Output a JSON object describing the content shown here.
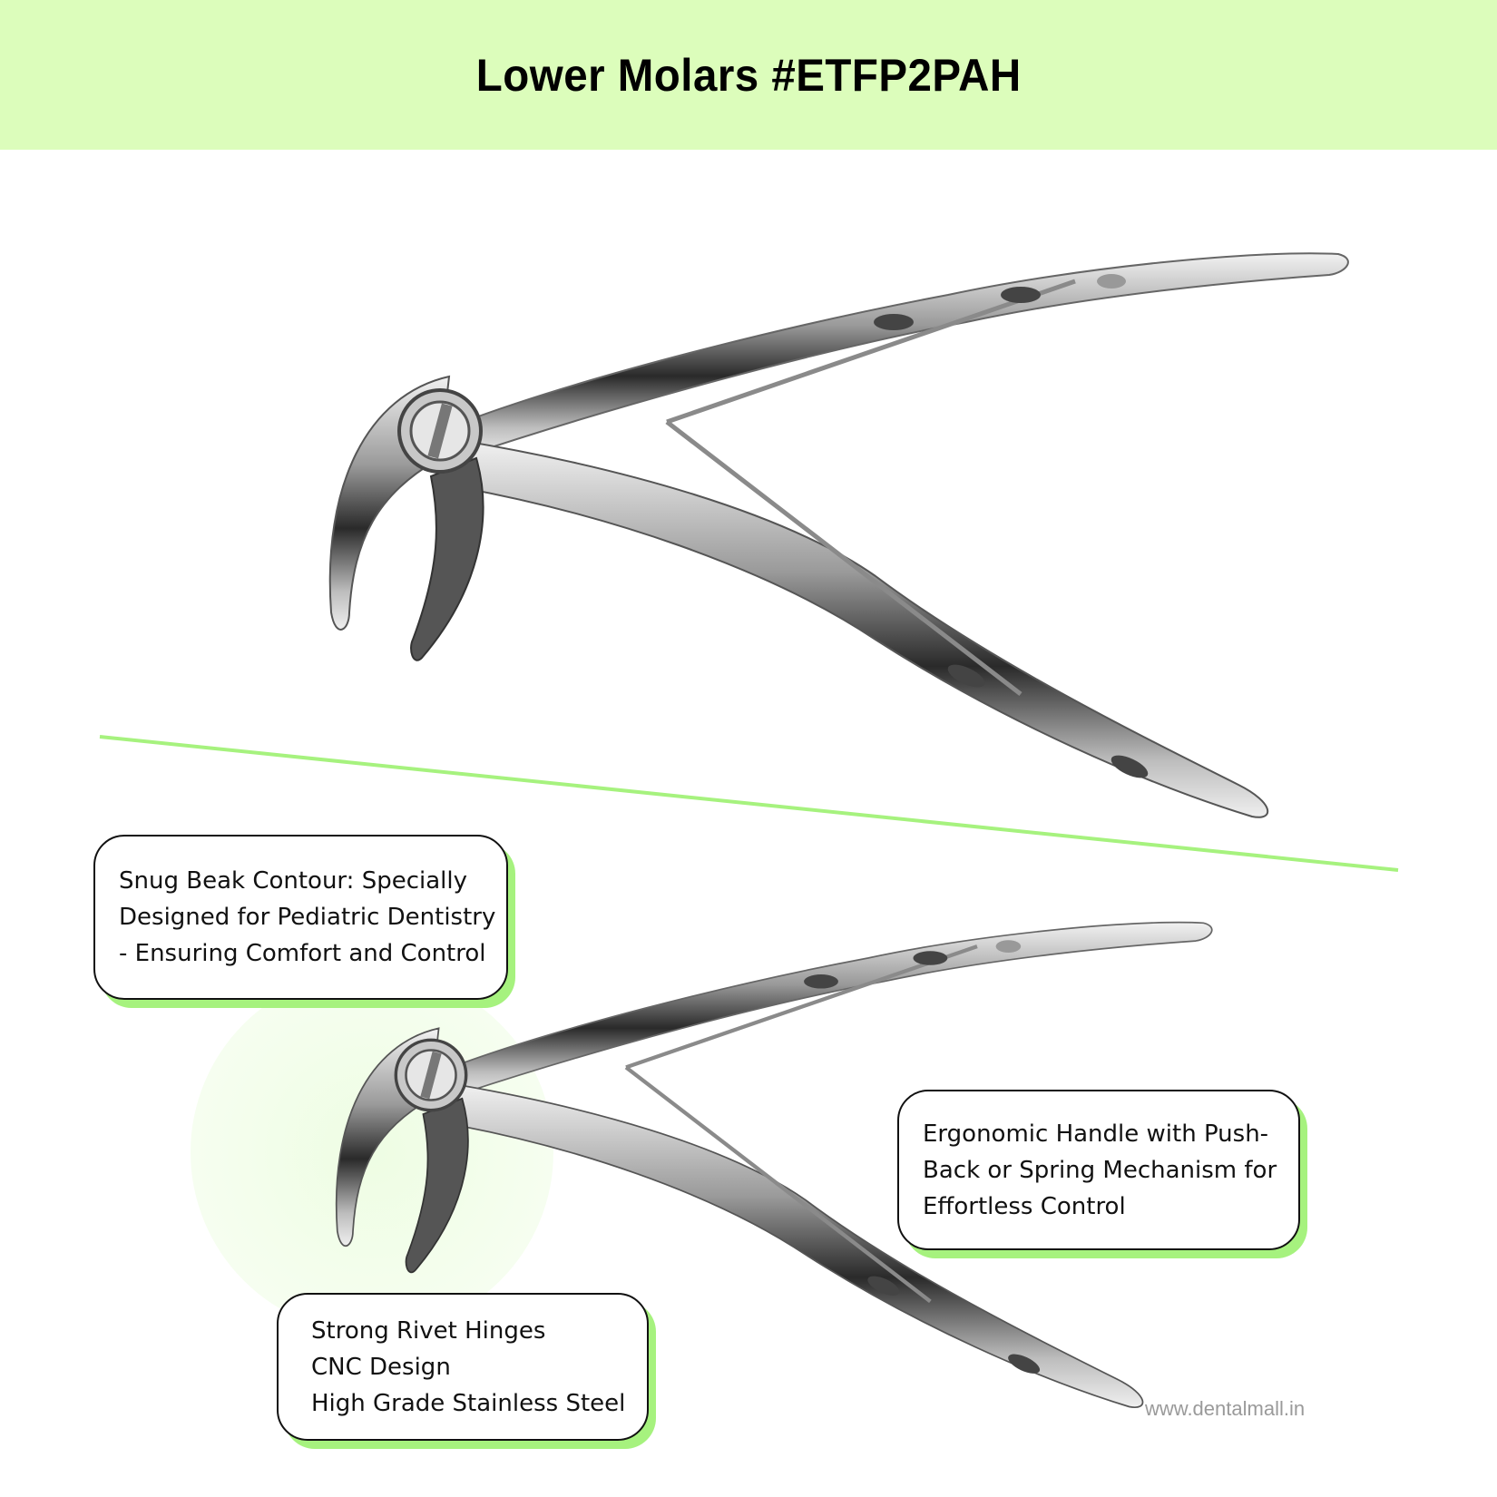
{
  "header": {
    "title": "Lower Molars #ETFP2PAH"
  },
  "callouts": {
    "beak": {
      "lines": [
        "Snug Beak Contour: Specially",
        "Designed for Pediatric Dentistry",
        "- Ensuring Comfort and Control"
      ]
    },
    "handle": {
      "lines": [
        "Ergonomic Handle with Push-",
        "Back or Spring Mechanism for",
        "Effortless Control"
      ]
    },
    "hinge": {
      "lines": [
        "Strong Rivet Hinges",
        "CNC Design",
        "High Grade Stainless Steel"
      ]
    }
  },
  "watermark": "www.dentalmall.in",
  "colors": {
    "header_bg": "#dcfdbb",
    "accent_green": "#a6f27e"
  }
}
